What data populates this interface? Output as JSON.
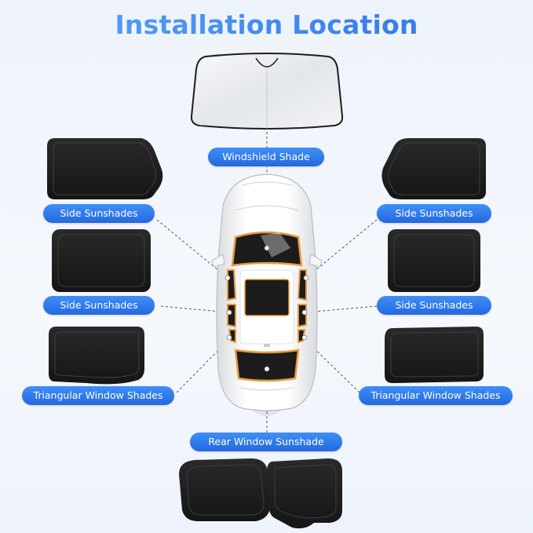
{
  "title": "Installation Location",
  "labels": {
    "windshield": "Windshield Shade",
    "side_front_left": "Side Sunshades",
    "side_front_right": "Side Sunshades",
    "side_rear_left": "Side Sunshades",
    "side_rear_right": "Side Sunshades",
    "triangular_left": "Triangular Window Shades",
    "triangular_right": "Triangular Window Shades",
    "rear": "Rear Window Sunshade"
  },
  "colors": {
    "accent": "#2f7af0",
    "shade_black": "#1e1e1e",
    "trim_orange": "#e89a3c",
    "windshield_silver": "#e8ebef"
  }
}
